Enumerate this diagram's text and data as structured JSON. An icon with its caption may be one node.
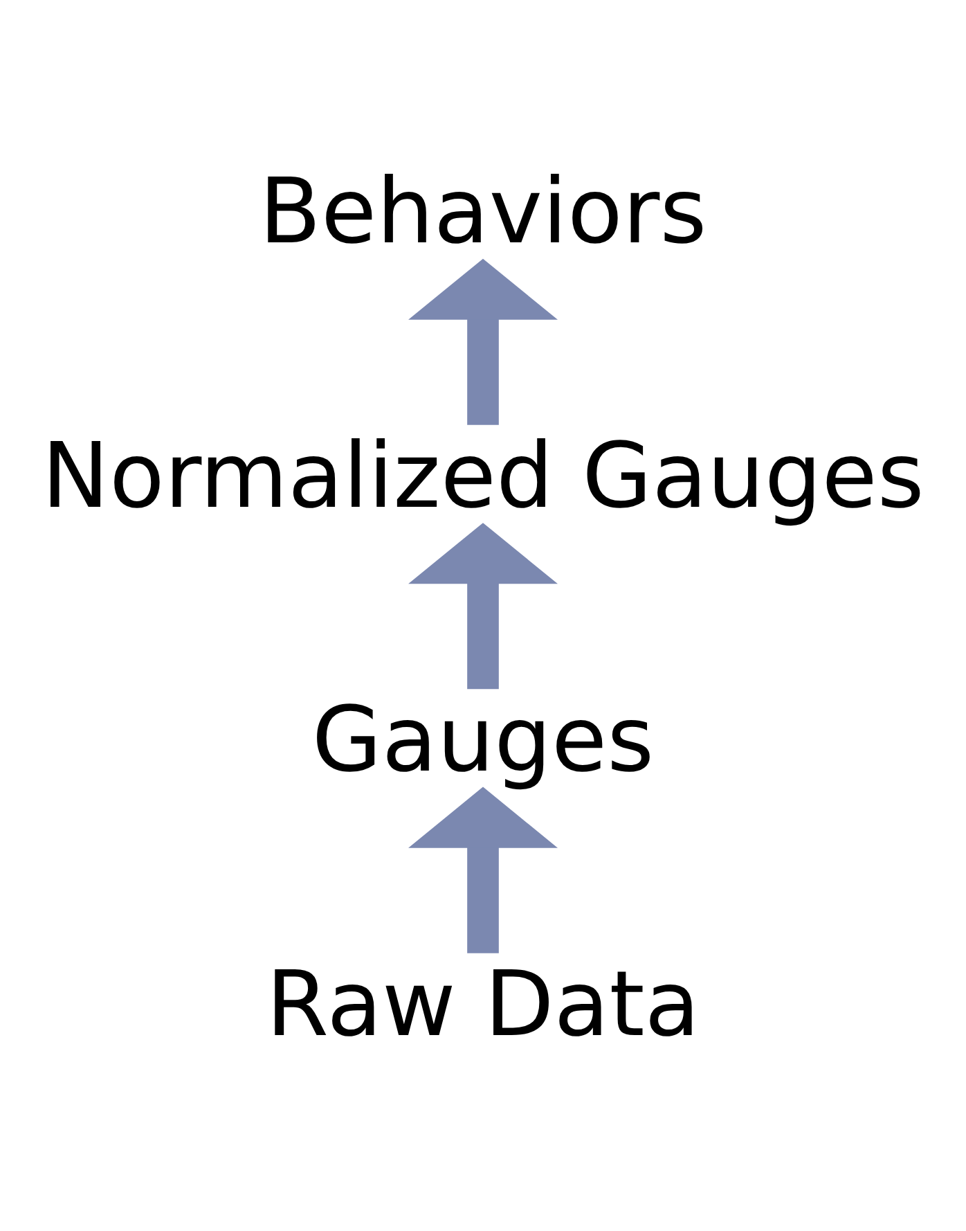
{
  "diagram": {
    "nodes": [
      {
        "text": [
          "Behaviors"
        ]
      },
      {
        "text": [
          "Normalized Gauges"
        ]
      },
      {
        "text": [
          "Gauges"
        ]
      },
      {
        "text": [
          "Raw Data"
        ]
      }
    ],
    "edges": [
      {
        "from": 3,
        "to": 2,
        "arrow": "to"
      },
      {
        "from": 2,
        "to": 1,
        "arrow": "to"
      },
      {
        "from": 1,
        "to": 0,
        "arrow": "to"
      }
    ]
  }
}
